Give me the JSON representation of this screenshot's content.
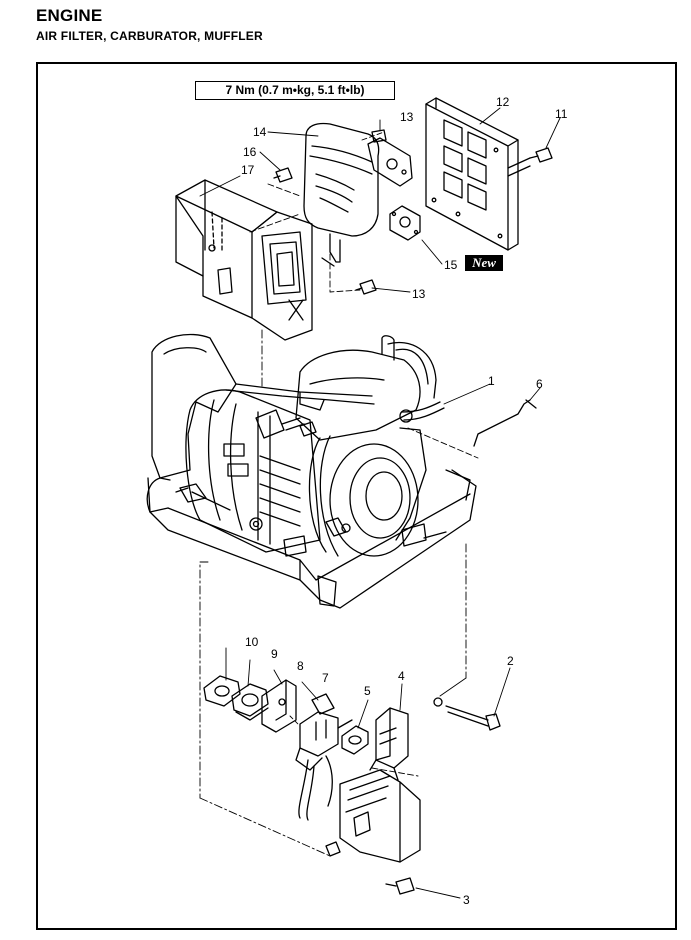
{
  "header": {
    "title": "ENGINE",
    "subtitle": "AIR FILTER, CARBURATOR, MUFFLER"
  },
  "torque_spec": "7 Nm (0.7 m•kg, 5.1 ft•lb)",
  "new_badge": "New",
  "callouts": [
    {
      "id": "c1",
      "label": "1"
    },
    {
      "id": "c2",
      "label": "2"
    },
    {
      "id": "c3",
      "label": "3"
    },
    {
      "id": "c4",
      "label": "4"
    },
    {
      "id": "c5",
      "label": "5"
    },
    {
      "id": "c6",
      "label": "6"
    },
    {
      "id": "c7",
      "label": "7"
    },
    {
      "id": "c8",
      "label": "8"
    },
    {
      "id": "c9",
      "label": "9"
    },
    {
      "id": "c10",
      "label": "10"
    },
    {
      "id": "c11",
      "label": "11"
    },
    {
      "id": "c12",
      "label": "12"
    },
    {
      "id": "c13a",
      "label": "13"
    },
    {
      "id": "c13b",
      "label": "13"
    },
    {
      "id": "c14",
      "label": "14"
    },
    {
      "id": "c15",
      "label": "15"
    },
    {
      "id": "c16",
      "label": "16"
    },
    {
      "id": "c17",
      "label": "17"
    }
  ]
}
